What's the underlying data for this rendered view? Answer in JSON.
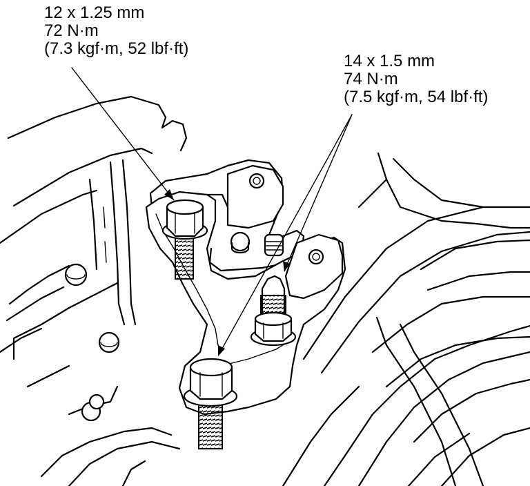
{
  "callouts": [
    {
      "size": "12 x 1.25 mm",
      "torque_nm": "72 N·m",
      "torque_alt": "(7.3 kgf·m, 52 lbf·ft)"
    },
    {
      "size": "14 x 1.5 mm",
      "torque_nm": "74 N·m",
      "torque_alt": "(7.5 kgf·m, 54 lbf·ft)"
    }
  ]
}
